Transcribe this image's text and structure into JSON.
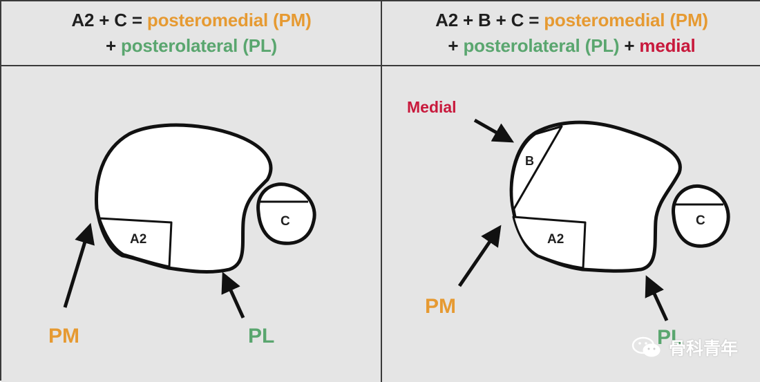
{
  "left": {
    "header": {
      "formula": "A2 + C =",
      "pm_text": "posteromedial (PM)",
      "plus": "+",
      "pl_text": "posterolateral (PL)"
    },
    "labels": {
      "a2": "A2",
      "c": "C",
      "pm": "PM",
      "pl": "PL"
    }
  },
  "right": {
    "header": {
      "formula": "A2 + B + C =",
      "pm_text": "posteromedial (PM)",
      "plus": "+",
      "pl_text": "posterolateral (PL)",
      "plus2": "+",
      "medial_text": "medial"
    },
    "labels": {
      "medial": "Medial",
      "b": "B",
      "a2": "A2",
      "c": "C",
      "pm": "PM",
      "pl": "PL"
    }
  },
  "watermark": {
    "text": "骨科青年",
    "icon": "wechat-icon"
  },
  "colors": {
    "orange": "#e69a32",
    "green": "#5aa66f",
    "red": "#c8193c",
    "panel_bg": "#e5e5e5",
    "outline": "#111111"
  }
}
